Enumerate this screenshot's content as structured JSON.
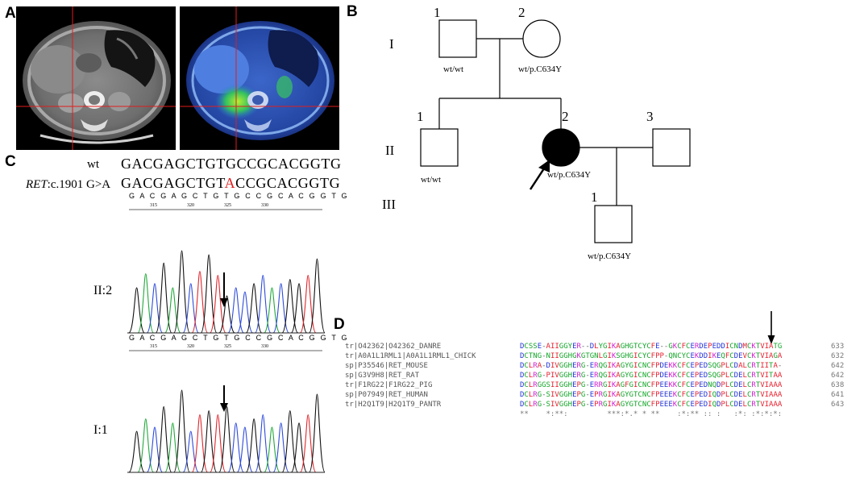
{
  "panels": {
    "a": "A",
    "b": "B",
    "c": "C",
    "d": "D"
  },
  "sequence": {
    "wt_label": "wt",
    "wt_seq": "GACGAGCTGTGCCGCACGGTG",
    "mut_label_gene": "RET",
    "mut_label_rest": ":c.1901 G>A",
    "mut_prefix": "GACGAGCTGT",
    "mut_base": "A",
    "mut_suffix": "CCGCACGGTG",
    "base_calls_1": "G A C G A G C T G T G C C G C A C G G T G",
    "base_calls_2": "G A C G A G C T G T G C C G C A C G G T G",
    "ruler_ticks": [
      "315",
      "320",
      "325",
      "330"
    ],
    "traces": [
      {
        "label": "II:2",
        "peaks": [
          {
            "base": "G",
            "h": 0.55
          },
          {
            "base": "A",
            "h": 0.72
          },
          {
            "base": "C",
            "h": 0.6
          },
          {
            "base": "G",
            "h": 0.85
          },
          {
            "base": "A",
            "h": 0.55
          },
          {
            "base": "G",
            "h": 1.0
          },
          {
            "base": "C",
            "h": 0.6
          },
          {
            "base": "T",
            "h": 0.75
          },
          {
            "base": "G",
            "h": 0.95
          },
          {
            "base": "T",
            "h": 0.7
          },
          {
            "base": "G",
            "h": 0.45
          },
          {
            "base": "C",
            "h": 0.55
          },
          {
            "base": "C",
            "h": 0.5
          },
          {
            "base": "G",
            "h": 0.6
          },
          {
            "base": "C",
            "h": 0.7
          },
          {
            "base": "A",
            "h": 0.55
          },
          {
            "base": "C",
            "h": 0.6
          },
          {
            "base": "G",
            "h": 0.65
          },
          {
            "base": "G",
            "h": 0.6
          },
          {
            "base": "T",
            "h": 0.7
          },
          {
            "base": "G",
            "h": 0.9
          }
        ]
      },
      {
        "label": "I:1",
        "peaks": [
          {
            "base": "G",
            "h": 0.5
          },
          {
            "base": "A",
            "h": 0.65
          },
          {
            "base": "C",
            "h": 0.55
          },
          {
            "base": "G",
            "h": 0.8
          },
          {
            "base": "A",
            "h": 0.6
          },
          {
            "base": "G",
            "h": 1.0
          },
          {
            "base": "C",
            "h": 0.5
          },
          {
            "base": "T",
            "h": 0.7
          },
          {
            "base": "G",
            "h": 0.75
          },
          {
            "base": "T",
            "h": 0.7
          },
          {
            "base": "G",
            "h": 0.8
          },
          {
            "base": "C",
            "h": 0.6
          },
          {
            "base": "C",
            "h": 0.55
          },
          {
            "base": "G",
            "h": 0.65
          },
          {
            "base": "C",
            "h": 0.7
          },
          {
            "base": "A",
            "h": 0.55
          },
          {
            "base": "C",
            "h": 0.6
          },
          {
            "base": "G",
            "h": 0.75
          },
          {
            "base": "G",
            "h": 0.6
          },
          {
            "base": "T",
            "h": 0.7
          },
          {
            "base": "G",
            "h": 0.95
          }
        ]
      }
    ],
    "base_colors": {
      "A": "#21a83a",
      "C": "#2e4bd9",
      "G": "#111111",
      "T": "#e0242a"
    }
  },
  "pedigree": {
    "generations": [
      "I",
      "II",
      "III"
    ],
    "individuals": [
      {
        "gen": "I",
        "num": "1",
        "sex": "male",
        "affected": false,
        "genotype": "wt/wt"
      },
      {
        "gen": "I",
        "num": "2",
        "sex": "female",
        "affected": false,
        "genotype": "wt/p.C634Y"
      },
      {
        "gen": "II",
        "num": "1",
        "sex": "male",
        "affected": false,
        "genotype": "wt/wt"
      },
      {
        "gen": "II",
        "num": "2",
        "sex": "female",
        "affected": true,
        "proband": true,
        "genotype": "wt/p.C634Y"
      },
      {
        "gen": "II",
        "num": "3",
        "sex": "male",
        "affected": false,
        "genotype": ""
      },
      {
        "gen": "III",
        "num": "1",
        "sex": "male",
        "affected": false,
        "genotype": "wt/p.C634Y"
      }
    ]
  },
  "alignment": {
    "rows": [
      {
        "db": "tr",
        "acc": "O42362",
        "name": "O42362_DANRE",
        "seq": "DCSSE-AIIGGYER--DLYGIKAGHGTCYCFE--GKCFCERDEPEDDICNDMCKTVIATG",
        "end": "633"
      },
      {
        "db": "tr",
        "acc": "A0A1L1RML1",
        "name": "A0A1L1RML1_CHICK",
        "seq": "DCTNG-NIIGGHGKGTGNLGIKSGHGICYCFPP-QNCYCEKDDIKEQFCDEVCKTVIAGA",
        "end": "632"
      },
      {
        "db": "sp",
        "acc": "P35546",
        "name": "RET_MOUSE",
        "seq": "DCLRA-DIVGGHERG-ERQGIKAGYGICNCFPDEKKCFCEPEDSQGPLCDALCRTIITA-",
        "end": "642"
      },
      {
        "db": "sp",
        "acc": "G3V9H8",
        "name": "RET_RAT",
        "seq": "DCLRG-PIVGGHERG-ERQGIKAGYGICNCFPDEKKCFCEPEDSQGPLCDELCRTVITAA",
        "end": "642"
      },
      {
        "db": "tr",
        "acc": "F1RG22",
        "name": "F1RG22_PIG",
        "seq": "DCLRGGSIIGGHEPG-ERRGIKAGFGICNCFPEEKKCFCEPEDNQDPLCDELCRTVIAAA",
        "end": "638"
      },
      {
        "db": "sp",
        "acc": "P07949",
        "name": "RET_HUMAN",
        "seq": "DCLRG-SIVGGHEPG-EPRGIKAGYGTCNCFPEEEKCFCEPEDIQDPLCDELCRTVIAAA",
        "end": "641"
      },
      {
        "db": "tr",
        "acc": "H2Q1T9",
        "name": "H2Q1T9_PANTR",
        "seq": "DCLRG-SIVGGHEPG-EPRGIKAGYGTCNCFPEEEKCFCEPEDIQDPLCDELCRTVIAAA",
        "end": "643"
      }
    ],
    "consensus": "**    *:**:         ***:*.* * **    :*:** :: :   :*: :*:*:*:",
    "colors": {
      "hydrophobic": "#e8212f",
      "acidic": "#2436d9",
      "basic": "#d21fd2",
      "polar": "#15a62b",
      "other": "#666666"
    }
  }
}
